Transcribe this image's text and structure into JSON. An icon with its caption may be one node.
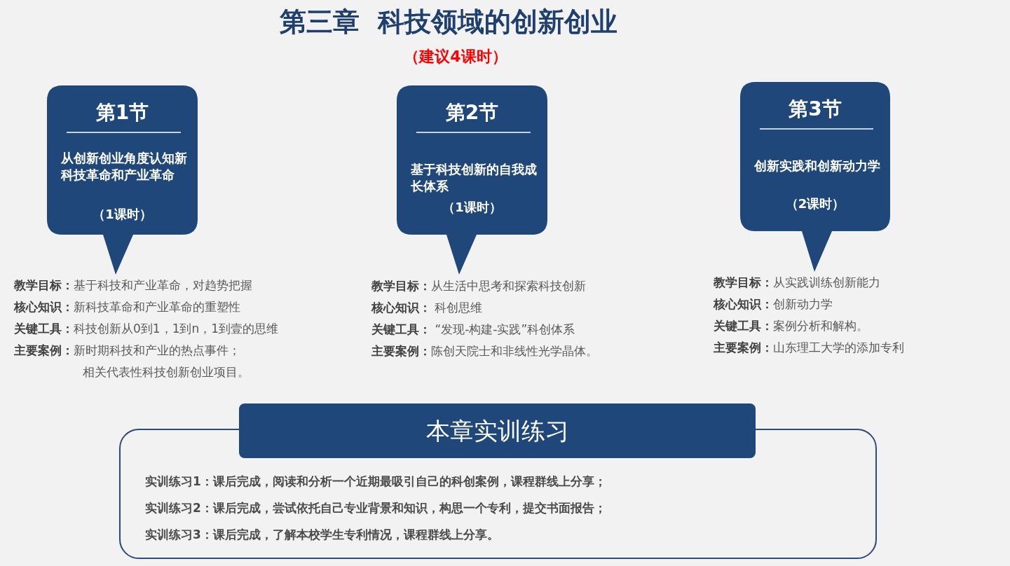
{
  "diagram": {
    "title": "第三章  科技领域的创新创业",
    "nodes": [
      {
        "text": [
          "第1节",
          "从创新创业角度认知新科技革命和产业革命",
          "（1课时）"
        ],
        "beside": [
          "**教学目标：**基于科技和产业革命，对趋势把握",
          "**核心知识：**新科技革命和产业革命的重塑性",
          "**关键工具：**科技创新从0到1，1到n，1到壹的思维",
          "**主要案例：**新时期科技和产业的热点事件；",
          "相关代表性科技创新创业项目。"
        ]
      },
      {
        "text": [
          "第2节",
          "基于科技创新的自我成长体系",
          "（1课时）"
        ],
        "beside": [
          "**教学目标：**从生活中思考和探索科技创新",
          "**核心知识：** 科创思维",
          "**关键工具：** “发现-构建-实践”科创体系",
          "**主要案例：**陈创天院士和非线性光学晶体。"
        ]
      },
      {
        "text": [
          "第3节",
          "创新实践和创新动力学",
          "（2课时）"
        ],
        "beside": [
          "**教学目标：**从实践训练创新能力",
          "**核心知识：**创新动力学",
          "**关键工具：**案例分析和解构。",
          "**主要案例：**山东理工大学的添加专利"
        ]
      },
      {
        "text": [
          "本章实训练习"
        ]
      },
      {
        "text": [
          "实训练习1：课后完成，阅读和分析一个近期最吸引自己的科创案例，课程群线上分享；",
          "实训练习2：课后完成，尝试依托自己专业背景和知识，构思一个专利，提交书面报告；",
          "实训练习3：课后完成，了解本校学生专利情况，课程群线上分享。"
        ]
      }
    ],
    "edges": [],
    "labels": [
      "（建议4课时）"
    ]
  }
}
